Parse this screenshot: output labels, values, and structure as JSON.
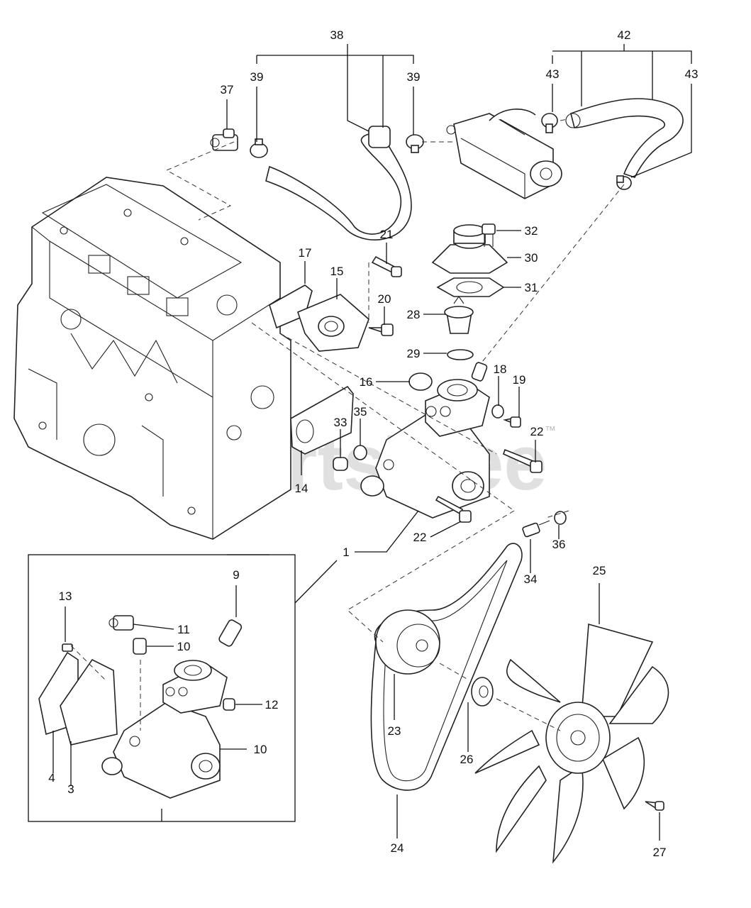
{
  "watermark": {
    "text": "PartsTree",
    "mark": "™"
  },
  "labels": {
    "l38": "38",
    "l42": "42",
    "l39a": "39",
    "l39b": "39",
    "l37": "37",
    "l43a": "43",
    "l43b": "43",
    "l21": "21",
    "l32": "32",
    "l30": "30",
    "l31": "31",
    "l17": "17",
    "l15": "15",
    "l20": "20",
    "l28": "28",
    "l29": "29",
    "l16": "16",
    "l18": "18",
    "l19": "19",
    "l35": "35",
    "l33": "33",
    "l22a": "22",
    "l22b": "22",
    "l14": "14",
    "l1": "1",
    "l34": "34",
    "l36": "36",
    "l25": "25",
    "l9": "9",
    "l13": "13",
    "l11": "11",
    "l10a": "10",
    "l12": "12",
    "l10b": "10",
    "l4": "4",
    "l3": "3",
    "l23": "23",
    "l26": "26",
    "l24": "24",
    "l27": "27"
  }
}
